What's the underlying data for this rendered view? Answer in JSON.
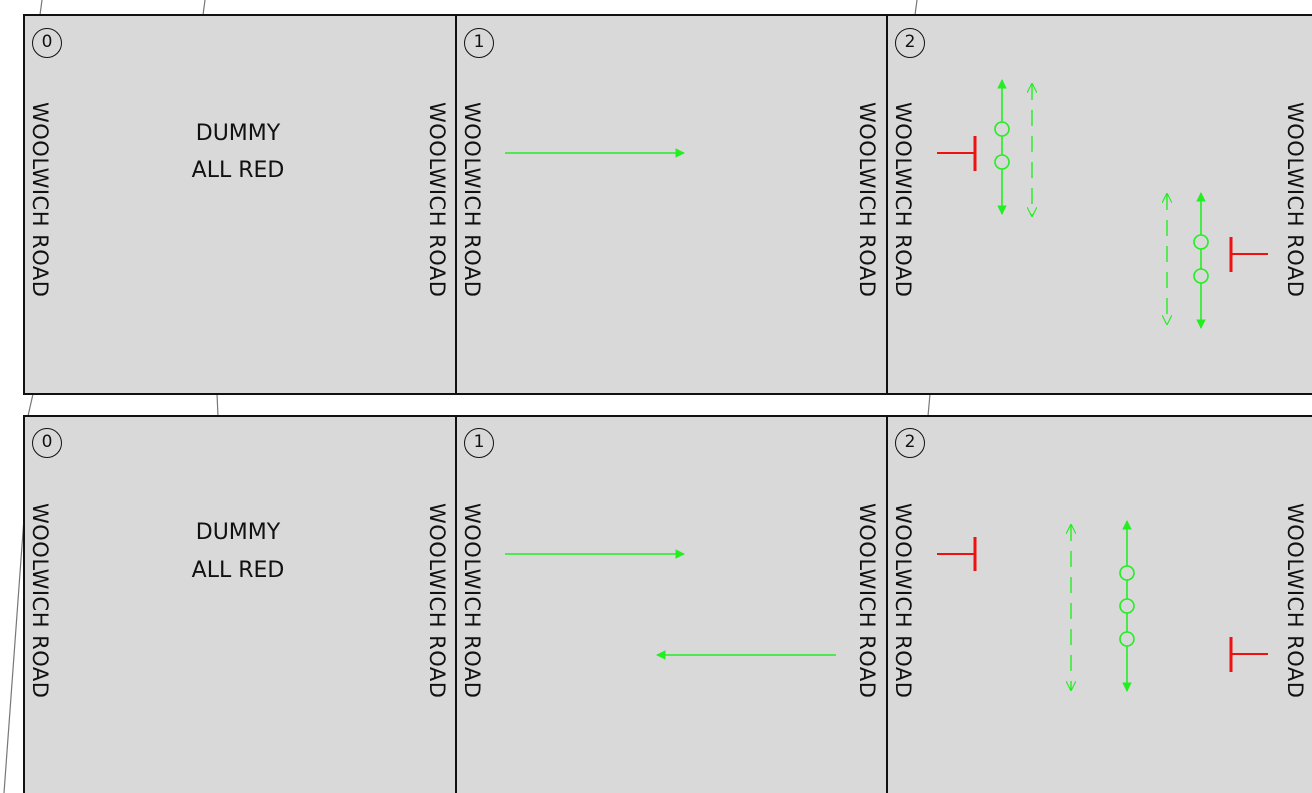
{
  "colors": {
    "panel_fill": "#d9d9d9",
    "border": "#111111",
    "leader_line": "#777777",
    "vehicle_movement": "#22ee22",
    "pedestrian_movement": "#22ee22",
    "stop_bar": "#ee1111"
  },
  "rows": [
    {
      "panels": [
        {
          "stage_number": "0",
          "road_left": "WOOLWICH ROAD",
          "road_right": "WOOLWICH ROAD",
          "dummy_line1": "DUMMY",
          "dummy_line2": "ALL RED"
        },
        {
          "stage_number": "1",
          "road_left": "WOOLWICH ROAD",
          "road_right": "WOOLWICH ROAD",
          "movements": [
            "eastbound-arrow"
          ]
        },
        {
          "stage_number": "2",
          "road_left": "WOOLWICH ROAD",
          "road_right": "WOOLWICH ROAD",
          "movements": [
            "pedestrian-crossing-west",
            "pedestrian-crossing-east",
            "stop-bar-west",
            "stop-bar-east"
          ]
        }
      ]
    },
    {
      "panels": [
        {
          "stage_number": "0",
          "road_left": "WOOLWICH ROAD",
          "road_right": "WOOLWICH ROAD",
          "dummy_line1": "DUMMY",
          "dummy_line2": "ALL RED"
        },
        {
          "stage_number": "1",
          "road_left": "WOOLWICH ROAD",
          "road_right": "WOOLWICH ROAD",
          "movements": [
            "eastbound-arrow",
            "westbound-arrow"
          ]
        },
        {
          "stage_number": "2",
          "road_left": "WOOLWICH ROAD",
          "road_right": "WOOLWICH ROAD",
          "movements": [
            "pedestrian-crossing-straight",
            "stop-bar-west",
            "stop-bar-east"
          ]
        }
      ]
    }
  ]
}
